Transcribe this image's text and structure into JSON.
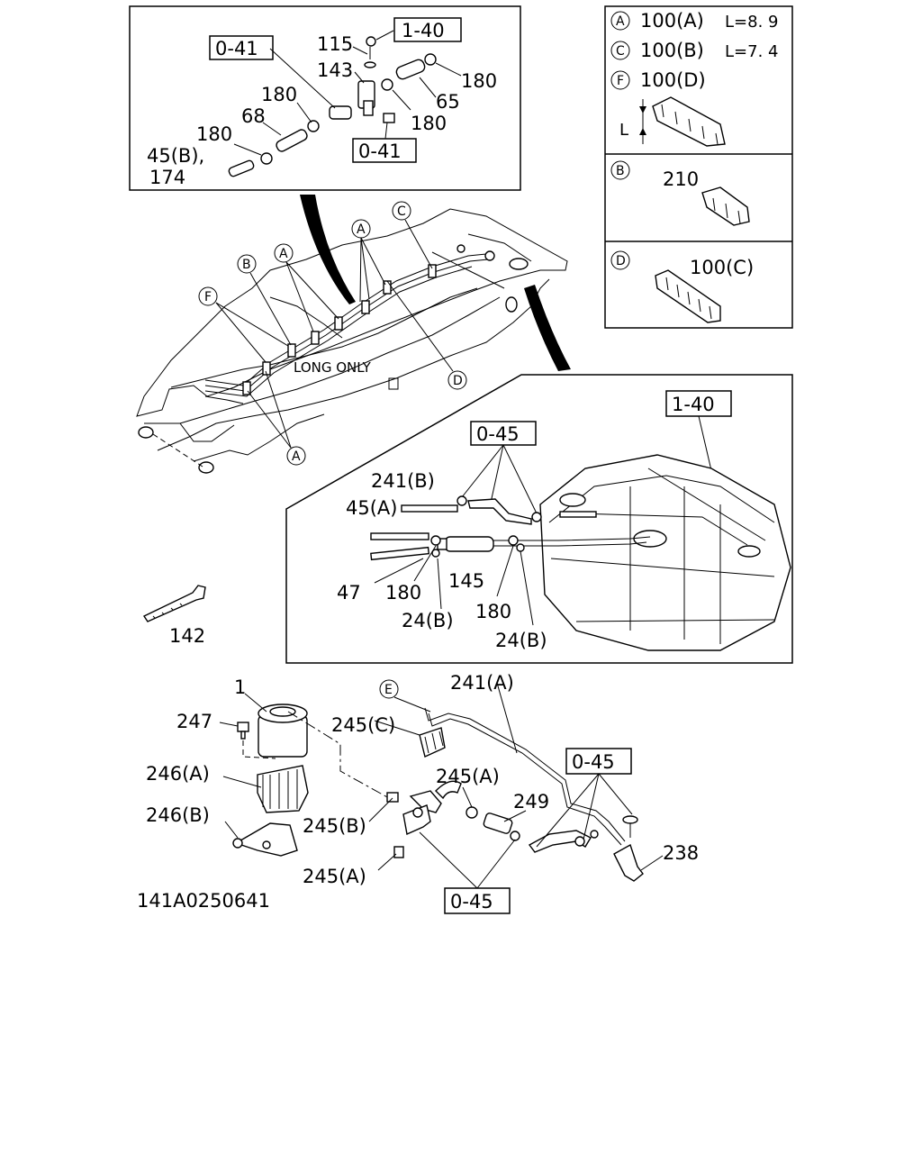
{
  "boxed_refs": {
    "top_left_a": "0-41",
    "top_right": "1-40",
    "top_bottom": "0-41",
    "tank_ref": "1-40",
    "tank_connector": "0-45",
    "filter_right": "0-45",
    "filter_bottom": "0-45"
  },
  "clip_legend": {
    "a_letter": "A",
    "a_part": "100(A)",
    "a_len": "L=8. 9",
    "c_letter": "C",
    "c_part": "100(B)",
    "c_len": "L=7. 4",
    "f_letter": "F",
    "f_part": "100(D)",
    "dim_label": "L",
    "b_letter": "B",
    "b_part": "210",
    "d_letter": "D",
    "d_part": "100(C)"
  },
  "top_labels": {
    "p115": "115",
    "p143": "143",
    "p180a": "180",
    "p65": "65",
    "p180b": "180",
    "p180c": "180",
    "p68": "68",
    "p180d": "180",
    "p45b": "45(B),",
    "p174": "174"
  },
  "frame_labels": {
    "a_upper": "A",
    "c": "C",
    "a_mid": "A",
    "b": "B",
    "f": "F",
    "d": "D",
    "a_lower": "A",
    "note": "LONG ONLY"
  },
  "tank_labels": {
    "p241b": "241(B)",
    "p45a": "45(A)",
    "p47": "47",
    "p180a": "180",
    "p24b_a": "24(B)",
    "p145": "145",
    "p180b": "180",
    "p24b_b": "24(B)"
  },
  "misc_labels": {
    "p142": "142"
  },
  "filter_labels": {
    "p1": "1",
    "p247": "247",
    "p246a": "246(A)",
    "p246b": "246(B)",
    "p245c": "245(C)",
    "p245a_top": "245(A)",
    "p245b": "245(B)",
    "p245a_bottom": "245(A)",
    "e_letter": "E",
    "p241a": "241(A)",
    "p249": "249",
    "p238": "238"
  },
  "drawing_code": "141A0250641"
}
